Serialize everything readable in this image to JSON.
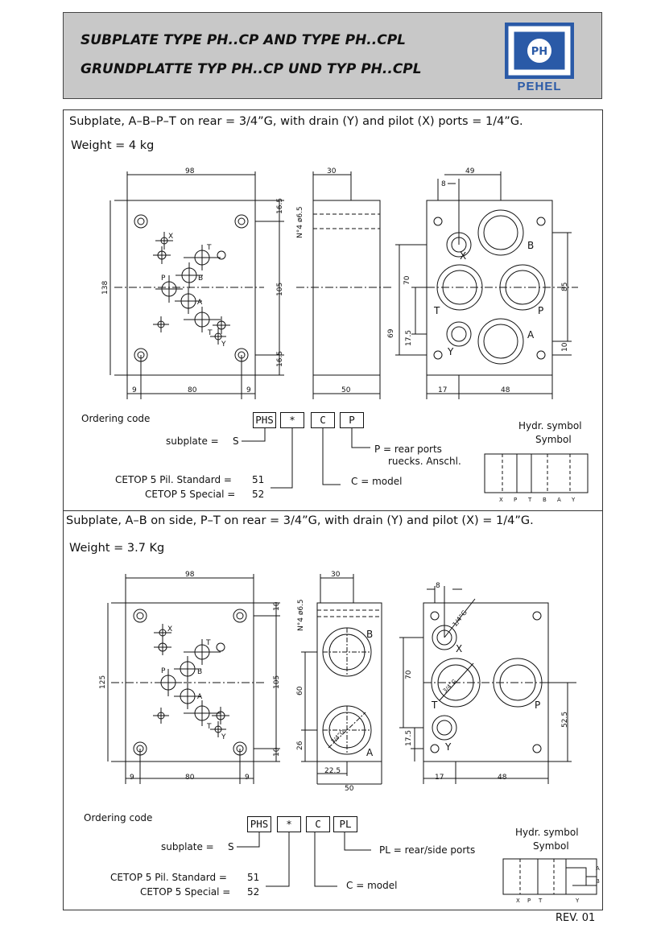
{
  "header": {
    "title_line1": "SUBPLATE TYPE PH..CP AND TYPE PH..CPL",
    "title_line2": "GRUNDPLATTE TYP PH..CP UND TYP PH..CPL",
    "logo_mark": "PH",
    "logo_name": "PEHEL",
    "brand_color": "#2a5aa7"
  },
  "section1": {
    "description": "Subplate, A–B–P–T on rear = 3/4”G, with drain (Y) and pilot (X) ports = 1/4”G.",
    "weight": "Weight = 4 kg",
    "front": {
      "dim_width": "98",
      "dim_height": "138",
      "dim_top": "16.5",
      "dim_mid": "105",
      "dim_bottom": "16.5",
      "dim_left": "9",
      "dim_center": "80",
      "dim_right": "9",
      "ports": [
        "X",
        "T",
        "P",
        "B",
        "A",
        "T",
        "Y"
      ]
    },
    "side": {
      "dim_depth": "30",
      "hole_note": "N°4 ø6.5",
      "dim_base": "50"
    },
    "rear": {
      "dim_49": "49",
      "dim_8": "8",
      "dim_70": "70",
      "dim_85": "85",
      "dim_69": "69",
      "dim_17_5": "17.5",
      "dim_10": "10",
      "dim_17": "17",
      "dim_48": "48",
      "ports": [
        "X",
        "B",
        "T",
        "P",
        "Y",
        "A"
      ]
    },
    "ordering": {
      "label": "Ordering code",
      "boxes": [
        "PHS",
        "*",
        "C",
        "P"
      ],
      "subplate": "subplate =",
      "subplate_code": "S",
      "rear_line1": "P = rear ports",
      "rear_line2": "ruecks. Anschl.",
      "cetop_std": "CETOP 5 Pil. Standard =",
      "cetop_std_code": "51",
      "cetop_spc": "CETOP 5 Special =",
      "cetop_spc_code": "52",
      "model": "C = model"
    },
    "symbol": {
      "line1": "Hydr. symbol",
      "line2": "Symbol",
      "ports": [
        "X",
        "P",
        "T",
        "B",
        "A",
        "Y"
      ]
    }
  },
  "section2": {
    "description": "Subplate, A–B on side, P–T on rear = 3/4”G, with drain (Y) and pilot (X) = 1/4”G.",
    "weight": "Weight = 3.7 Kg",
    "front": {
      "dim_width": "98",
      "dim_height": "125",
      "dim_top": "10",
      "dim_mid": "105",
      "dim_bottom": "10",
      "dim_left": "9",
      "dim_center": "80",
      "dim_right": "9",
      "ports": [
        "X",
        "T",
        "P",
        "B",
        "A",
        "T",
        "Y"
      ]
    },
    "side": {
      "dim_depth": "30",
      "hole_note": "N°4 ø6.5",
      "dim_60": "60",
      "dim_26": "26",
      "dim_22_5": "22.5",
      "dim_50": "50",
      "thread": "3/4”G",
      "ports": [
        "B",
        "A"
      ]
    },
    "rear": {
      "dim_8": "8",
      "thread_small": "1/4”G",
      "thread_big": "3/4”G",
      "dim_70": "70",
      "dim_52_5": "52.5",
      "dim_17_5": "17.5",
      "dim_17": "17",
      "dim_48": "48",
      "ports": [
        "X",
        "T",
        "P",
        "Y"
      ]
    },
    "ordering": {
      "label": "Ordering code",
      "boxes": [
        "PHS",
        "*",
        "C",
        "PL"
      ],
      "subplate": "subplate =",
      "subplate_code": "S",
      "rear_line1": "PL = rear/side ports",
      "cetop_std": "CETOP 5 Pil. Standard =",
      "cetop_std_code": "51",
      "cetop_spc": "CETOP 5 Special =",
      "cetop_spc_code": "52",
      "model": "C = model"
    },
    "symbol": {
      "line1": "Hydr. symbol",
      "line2": "Symbol",
      "ports": [
        "X",
        "P",
        "T",
        "Y"
      ],
      "side_ports": [
        "A",
        "B"
      ]
    }
  },
  "footer": {
    "revision": "REV. 01"
  }
}
